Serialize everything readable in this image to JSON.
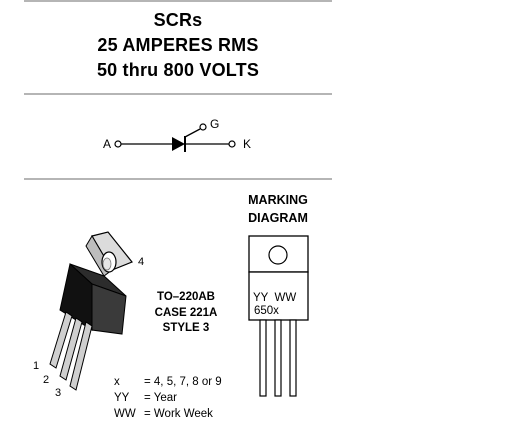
{
  "header": {
    "line1": "SCRs",
    "line2": "25 AMPERES RMS",
    "line3": "50 thru 800 VOLTS"
  },
  "symbol": {
    "anode": "A",
    "gate": "G",
    "cathode": "K"
  },
  "package": {
    "pin1": "1",
    "pin2": "2",
    "pin3": "3",
    "pin4": "4",
    "line1": "TO–220AB",
    "line2": "CASE 221A",
    "line3": "STYLE 3"
  },
  "marking": {
    "title1": "MARKING",
    "title2": "DIAGRAM",
    "text1": "YY  WW",
    "text2": "650x"
  },
  "legend": [
    {
      "key": "x",
      "value": "= 4, 5, 7, 8 or 9"
    },
    {
      "key": "YY",
      "value": "= Year"
    },
    {
      "key": "WW",
      "value": "= Work Week"
    }
  ]
}
